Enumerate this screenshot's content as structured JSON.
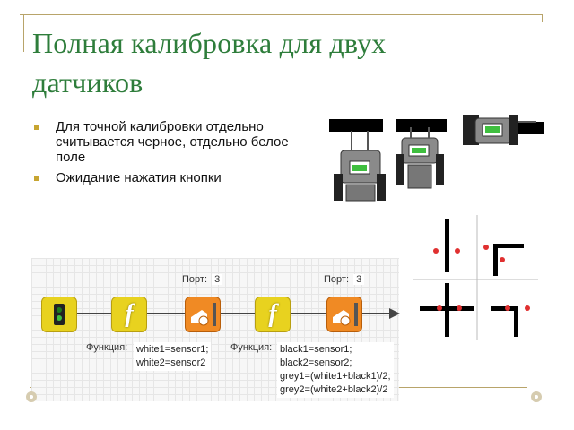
{
  "title": "Полная калибровка для двух датчиков",
  "bullets": [
    "Для точной калибровки отдельно считывается черное, отдельно белое поле",
    "Ожидание нажатия кнопки"
  ],
  "program": {
    "port1_label": "Порт:",
    "port1_value": "3",
    "port2_label": "Порт:",
    "port2_value": "3",
    "func1_label": "Функция:",
    "func1_code": [
      "white1=sensor1;",
      "white2=sensor2"
    ],
    "func2_label": "Функция:",
    "func2_code": [
      "black1=sensor1;",
      "black2=sensor2;",
      "grey1=(white1+black1)/2;",
      "grey2=(white2+black2)/2"
    ],
    "func_symbol": "f"
  },
  "colors": {
    "title": "#2e7d3b",
    "bullet": "#c7a531",
    "frame": "#b8a46a",
    "start_block": "#e8d21f",
    "func_block": "#e8d21f",
    "sensor_block": "#f08a24",
    "sensor_dot": "#e03030"
  },
  "icons": [
    "start-icon",
    "function-icon",
    "sensor-wait-icon",
    "robot-icon",
    "ornament-icon"
  ]
}
